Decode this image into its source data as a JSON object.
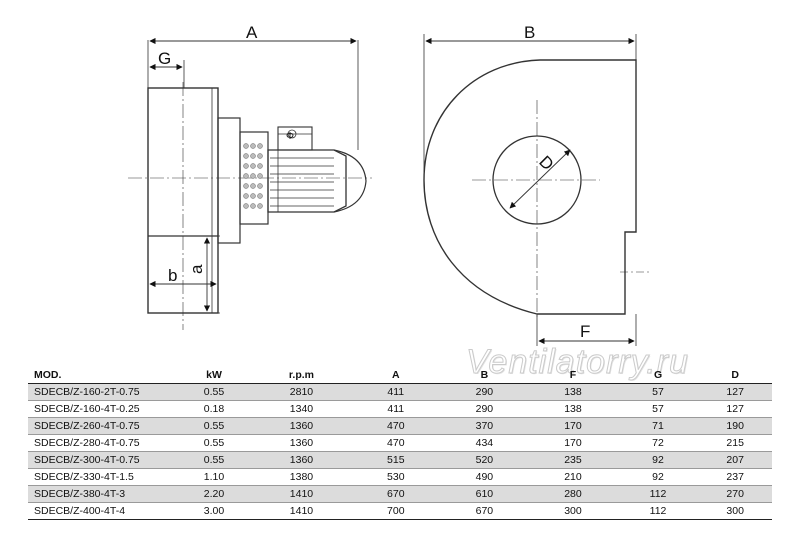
{
  "drawing": {
    "side_view_labels": {
      "A": "A",
      "G": "G",
      "a": "a",
      "b": "b"
    },
    "front_view_labels": {
      "B": "B",
      "D": "D",
      "F": "F"
    },
    "motor_symbol": "Φ"
  },
  "watermark": "Ventilatorry.ru",
  "table": {
    "headers": [
      "MOD.",
      "kW",
      "r.p.m",
      "A",
      "B",
      "F",
      "G",
      "D"
    ],
    "rows": [
      [
        "SDECB/Z-160-2T-0.75",
        "0.55",
        "2810",
        "411",
        "290",
        "138",
        "57",
        "127"
      ],
      [
        "SDECB/Z-160-4T-0.25",
        "0.18",
        "1340",
        "411",
        "290",
        "138",
        "57",
        "127"
      ],
      [
        "SDECB/Z-260-4T-0.75",
        "0.55",
        "1360",
        "470",
        "370",
        "170",
        "71",
        "190"
      ],
      [
        "SDECB/Z-280-4T-0.75",
        "0.55",
        "1360",
        "470",
        "434",
        "170",
        "72",
        "215"
      ],
      [
        "SDECB/Z-300-4T-0.75",
        "0.55",
        "1360",
        "515",
        "520",
        "235",
        "92",
        "207"
      ],
      [
        "SDECB/Z-330-4T-1.5",
        "1.10",
        "1380",
        "530",
        "490",
        "210",
        "92",
        "237"
      ],
      [
        "SDECB/Z-380-4T-3",
        "2.20",
        "1410",
        "670",
        "610",
        "280",
        "112",
        "270"
      ],
      [
        "SDECB/Z-400-4T-4",
        "3.00",
        "1410",
        "700",
        "670",
        "300",
        "112",
        "300"
      ]
    ]
  },
  "colors": {
    "line": "#333333",
    "row_shade": "#dcdcdc"
  }
}
